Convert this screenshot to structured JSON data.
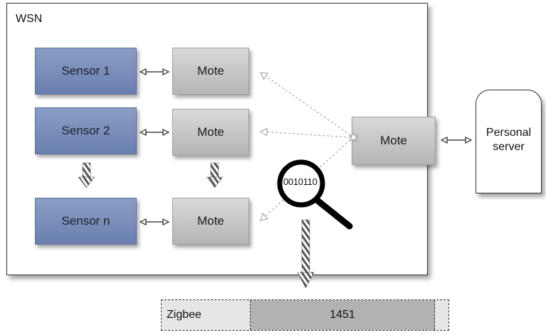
{
  "wsn": {
    "label": "WSN"
  },
  "sensors": [
    "Sensor 1",
    "Sensor 2",
    "Sensor n"
  ],
  "motes": [
    "Mote",
    "Mote",
    "Mote"
  ],
  "central_mote": "Mote",
  "server": {
    "line1": "Personal",
    "line2": "server"
  },
  "magnifier": {
    "bits": "0010110"
  },
  "packet": {
    "field1": "Zigbee",
    "field2": "1451"
  }
}
